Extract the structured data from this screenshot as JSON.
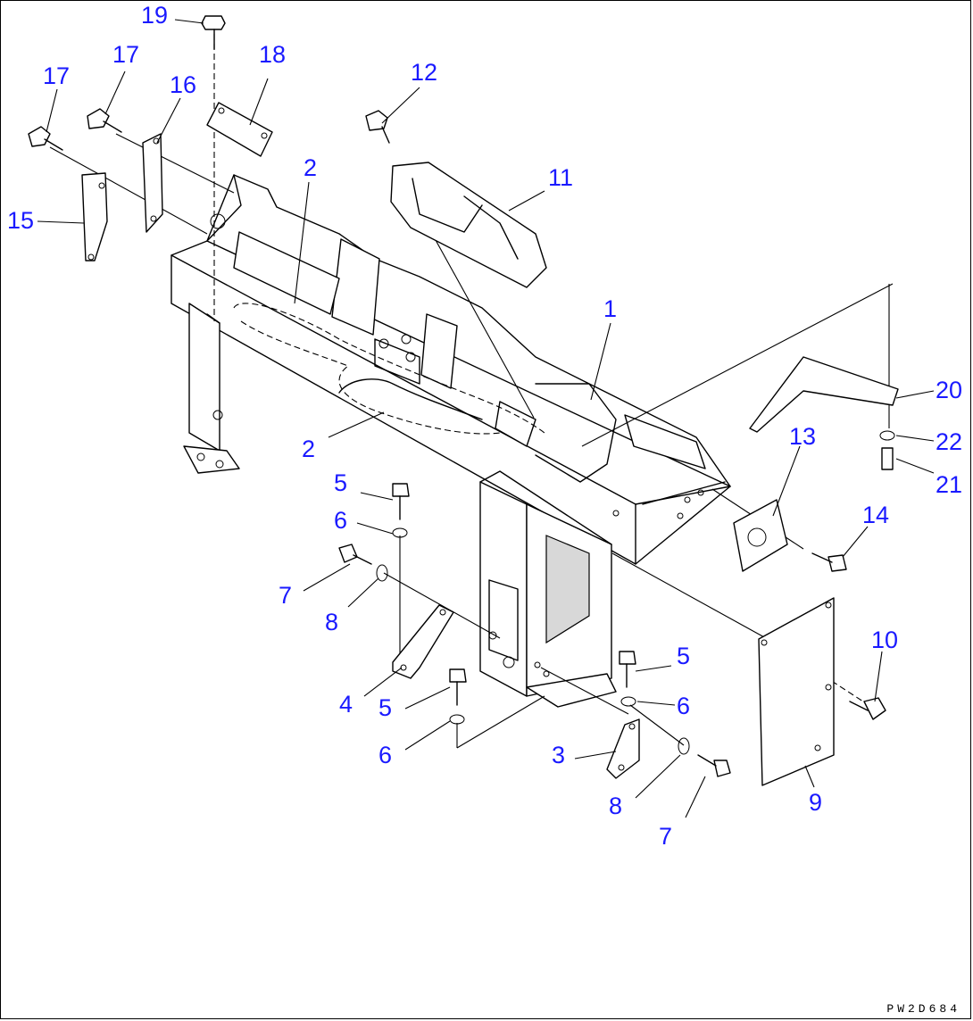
{
  "figure_code": "PW2D684",
  "callouts": [
    {
      "id": "c1",
      "text": "1"
    },
    {
      "id": "c2a",
      "text": "2"
    },
    {
      "id": "c2b",
      "text": "2"
    },
    {
      "id": "c3",
      "text": "3"
    },
    {
      "id": "c4",
      "text": "4"
    },
    {
      "id": "c5a",
      "text": "5"
    },
    {
      "id": "c5b",
      "text": "5"
    },
    {
      "id": "c5c",
      "text": "5"
    },
    {
      "id": "c6a",
      "text": "6"
    },
    {
      "id": "c6b",
      "text": "6"
    },
    {
      "id": "c6c",
      "text": "6"
    },
    {
      "id": "c7a",
      "text": "7"
    },
    {
      "id": "c7b",
      "text": "7"
    },
    {
      "id": "c8a",
      "text": "8"
    },
    {
      "id": "c8b",
      "text": "8"
    },
    {
      "id": "c9",
      "text": "9"
    },
    {
      "id": "c10",
      "text": "10"
    },
    {
      "id": "c11",
      "text": "11"
    },
    {
      "id": "c12",
      "text": "12"
    },
    {
      "id": "c13",
      "text": "13"
    },
    {
      "id": "c14",
      "text": "14"
    },
    {
      "id": "c15",
      "text": "15"
    },
    {
      "id": "c16",
      "text": "16"
    },
    {
      "id": "c17a",
      "text": "17"
    },
    {
      "id": "c17b",
      "text": "17"
    },
    {
      "id": "c18",
      "text": "18"
    },
    {
      "id": "c19",
      "text": "19"
    },
    {
      "id": "c20",
      "text": "20"
    },
    {
      "id": "c21",
      "text": "21"
    },
    {
      "id": "c22",
      "text": "22"
    }
  ],
  "colors": {
    "callout": "#1a1aff",
    "line": "#000000",
    "background": "#ffffff"
  }
}
